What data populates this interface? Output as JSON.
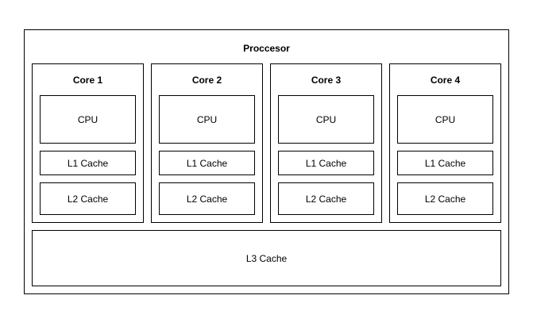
{
  "processor": {
    "title": "Proccesor",
    "cores": [
      {
        "title": "Core 1",
        "cpu": "CPU",
        "l1": "L1 Cache",
        "l2": "L2 Cache"
      },
      {
        "title": "Core 2",
        "cpu": "CPU",
        "l1": "L1 Cache",
        "l2": "L2 Cache"
      },
      {
        "title": "Core 3",
        "cpu": "CPU",
        "l1": "L1 Cache",
        "l2": "L2 Cache"
      },
      {
        "title": "Core 4",
        "cpu": "CPU",
        "l1": "L1 Cache",
        "l2": "L2 Cache"
      }
    ],
    "l3": "L3 Cache"
  }
}
